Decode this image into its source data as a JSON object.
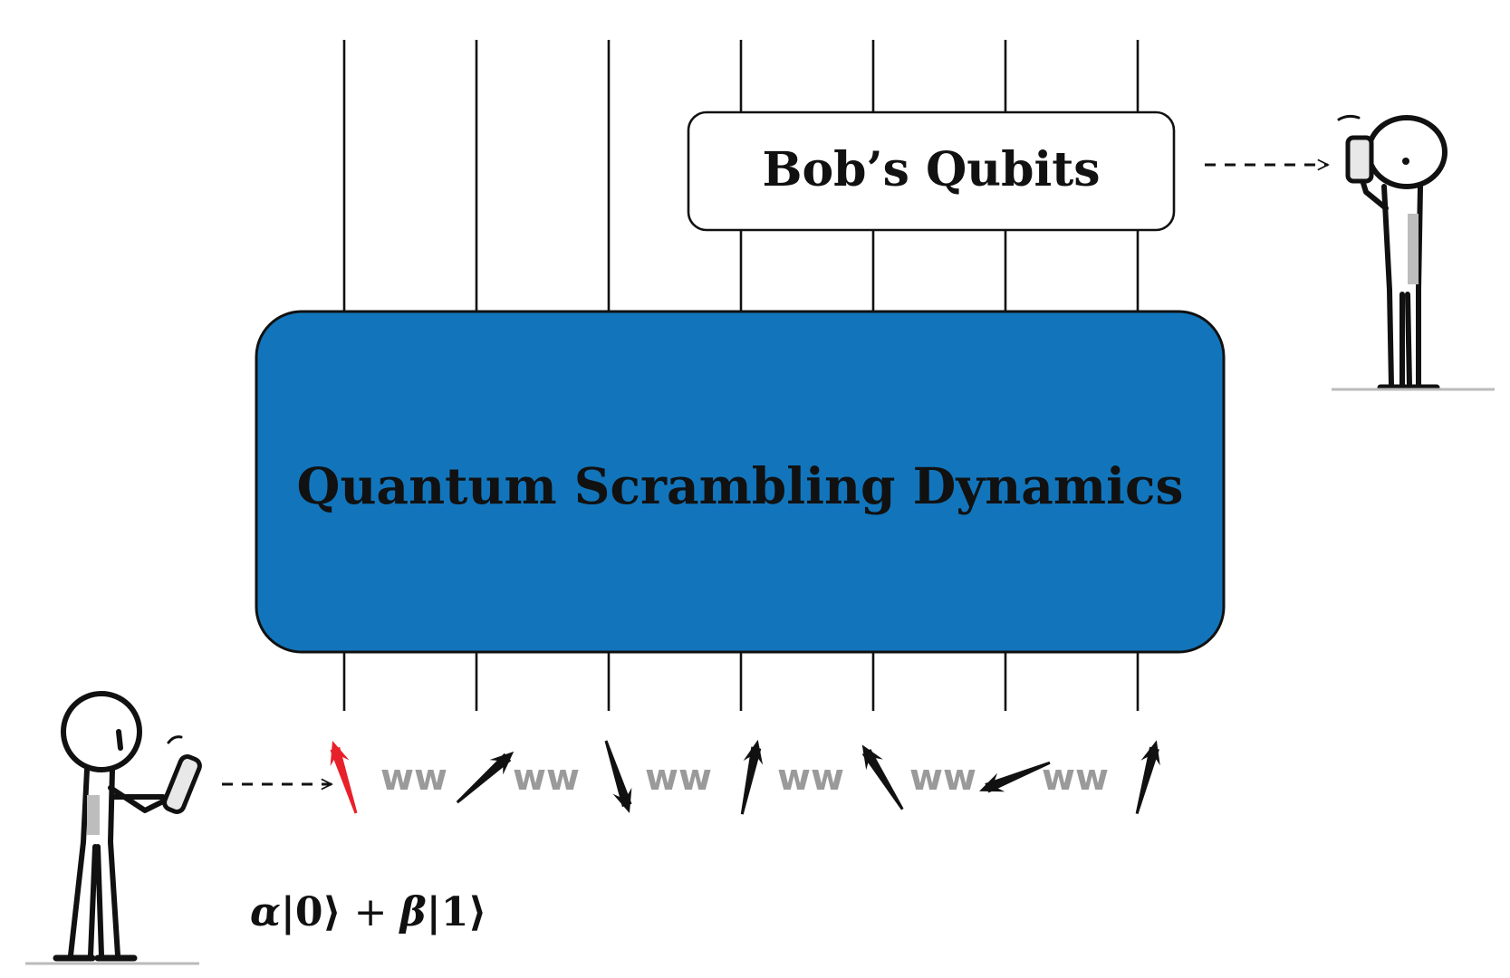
{
  "scrambler": {
    "label": "Quantum Scrambling Dynamics",
    "fill_color": "#1275bb"
  },
  "bob_box": {
    "label": "Bob’s Qubits"
  },
  "state_equation": {
    "alpha": "α",
    "ket0": "|0⟩",
    "plus": "+",
    "beta": "β",
    "ket1": "|1⟩"
  },
  "qubit_count": 7,
  "input_qubit_color": "#e8202a",
  "noise_symbol": "w",
  "qubit_spins": [
    {
      "name": "input-qubit",
      "direction": "up",
      "highlight": true
    },
    {
      "name": "qubit-2",
      "direction": "up-right",
      "highlight": false
    },
    {
      "name": "qubit-3",
      "direction": "down",
      "highlight": false
    },
    {
      "name": "qubit-4",
      "direction": "up",
      "highlight": false
    },
    {
      "name": "qubit-5",
      "direction": "up-left",
      "highlight": false
    },
    {
      "name": "qubit-6",
      "direction": "down-left",
      "highlight": false
    },
    {
      "name": "qubit-7",
      "direction": "up",
      "highlight": false
    }
  ],
  "figures": [
    "alice-figure",
    "bob-figure"
  ]
}
